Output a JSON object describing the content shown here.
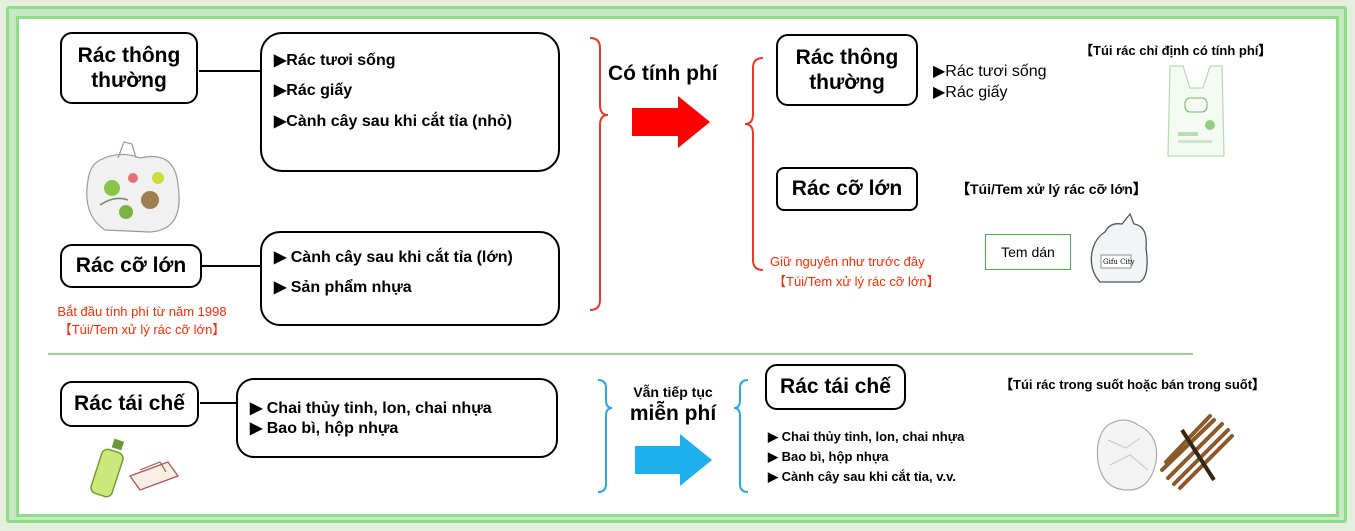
{
  "left": {
    "regular": {
      "title": "Rác thông thường",
      "items": [
        "▶Rác tươi sống",
        "▶Rác giấy",
        "▶Cành cây sau khi cắt tỉa (nhỏ)"
      ]
    },
    "large": {
      "title": "Rác cỡ lớn",
      "items": [
        "▶ Cành cây sau khi cắt tỉa (lớn)",
        "▶ Sản phẩm nhựa"
      ],
      "note_line1": "Bắt đầu tính phí từ năm 1998",
      "note_line2": "【Túi/Tem xử lý rác cỡ lớn】"
    },
    "recycle": {
      "title": "Rác tái chế",
      "items": [
        "▶ Chai thủy tinh, lon, chai nhựa",
        "▶ Bao bì, hộp nhựa"
      ]
    }
  },
  "middle": {
    "charged": "Có tính phí",
    "free_line1": "Vẫn tiếp tục",
    "free_line2": "miễn phí"
  },
  "right": {
    "regular": {
      "title": "Rác thông thường",
      "items": [
        "▶Rác tươi sống",
        "▶Rác giấy"
      ],
      "bag_label": "【Túi rác chỉ định có tính phí】"
    },
    "large": {
      "title": "Rác cỡ lớn",
      "bag_label": "【Túi/Tem xử lý rác cỡ lớn】",
      "note_line1": "Giữ nguyên như trước đây",
      "note_line2": "【Túi/Tem xử lý rác cỡ lớn】",
      "sticker": "Tem dán",
      "bag_print": "Gifu City"
    },
    "recycle": {
      "title": "Rác tái chế",
      "items": [
        "▶ Chai thủy tinh, lon, chai nhựa",
        "▶ Bao bì, hộp nhựa",
        "▶ Cành cây sau khi cắt tỉa, v.v."
      ],
      "bag_label": "【Túi rác trong suốt hoặc bán trong suốt】"
    }
  },
  "colors": {
    "frame_green": "#8fdc8a",
    "accent_red": "#ff2a00",
    "arrow_red": "#ff0000",
    "arrow_blue": "#1eb0ec"
  }
}
